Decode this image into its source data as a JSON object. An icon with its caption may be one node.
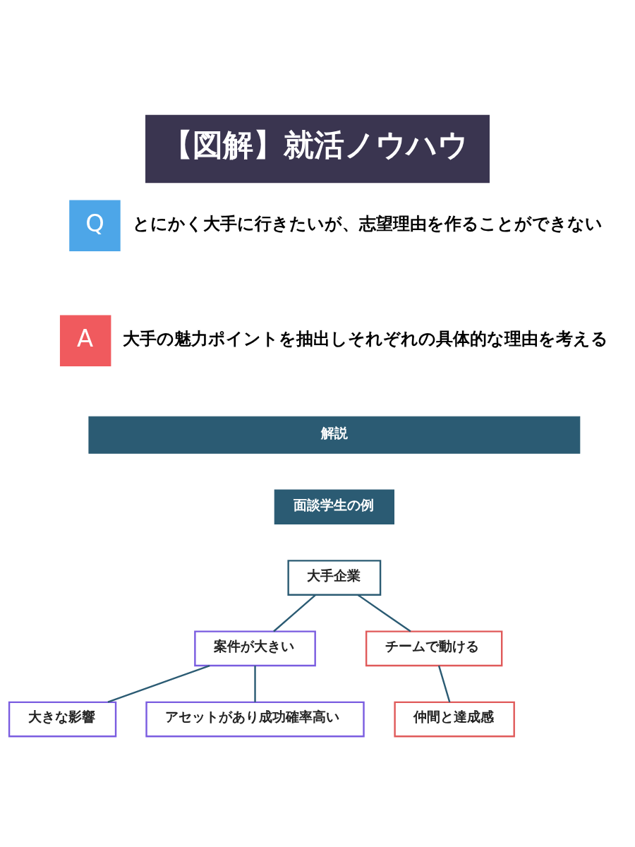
{
  "diagram": {
    "title": "【図解】就活ノウハウ",
    "nodes": [
      {
        "text": [
          "Q"
        ],
        "beside": [
          "とにかく大手に行きたいが、志望理由を作ることができない"
        ]
      },
      {
        "text": [
          "A"
        ],
        "beside": [
          "大手の魅力ポイントを抽出しそれぞれの具体的な理由を考える"
        ]
      },
      {
        "text": [
          "解説"
        ]
      },
      {
        "text": [
          "面談学生の例"
        ]
      },
      {
        "text": [
          "大手企業"
        ]
      },
      {
        "text": [
          "案件が大きい"
        ]
      },
      {
        "text": [
          "チームで動ける"
        ]
      },
      {
        "text": [
          "大きな影響"
        ]
      },
      {
        "text": [
          "アセットがあり成功確率高い"
        ]
      },
      {
        "text": [
          "仲間と達成感"
        ]
      }
    ],
    "edges": [
      {
        "from": 4,
        "to": 5,
        "arrow": "none"
      },
      {
        "from": 4,
        "to": 6,
        "arrow": "none"
      },
      {
        "from": 5,
        "to": 7,
        "arrow": "none"
      },
      {
        "from": 5,
        "to": 8,
        "arrow": "none"
      },
      {
        "from": 6,
        "to": 9,
        "arrow": "none"
      }
    ]
  }
}
